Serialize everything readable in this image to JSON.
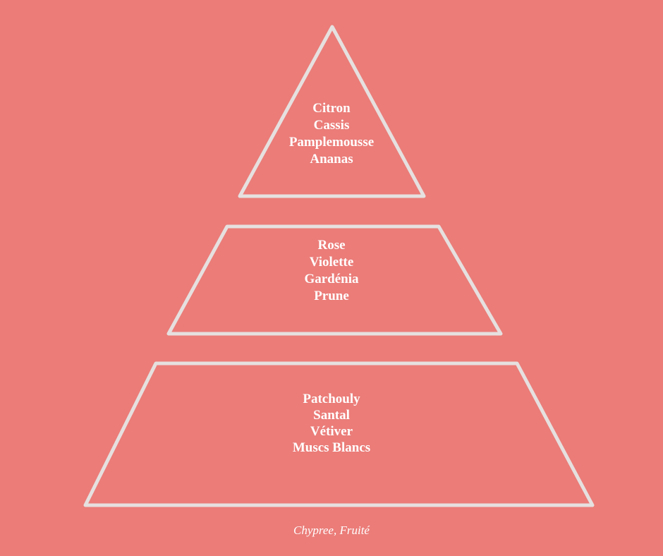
{
  "pyramid": {
    "stroke_color": "#E6E0E0",
    "background_color": "#EB7C78",
    "top_notes": [
      "Citron",
      "Cassis",
      "Pamplemousse",
      "Ananas"
    ],
    "heart_notes": [
      "Rose",
      "Violette",
      "Gardénia",
      "Prune"
    ],
    "base_notes": [
      "Patchouly",
      "Santal",
      "Vétiver",
      "Muscs Blancs"
    ]
  },
  "caption": "Chypree, Fruité"
}
